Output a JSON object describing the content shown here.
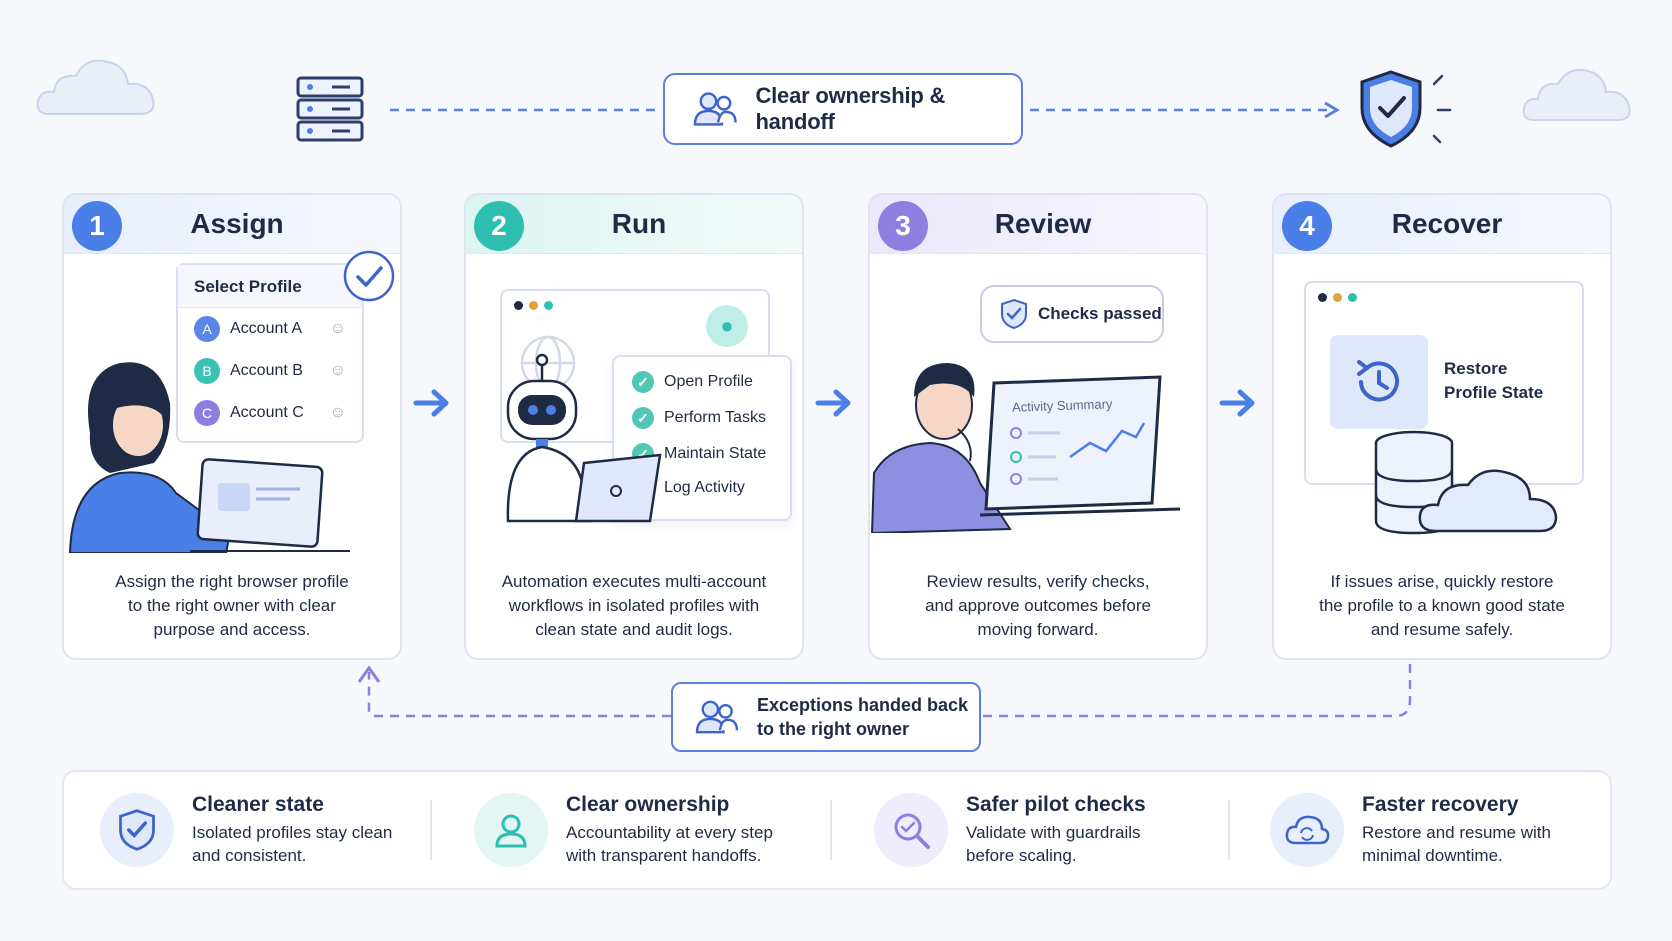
{
  "banner": {
    "text": "Clear ownership & handoff"
  },
  "steps": [
    {
      "num": "1",
      "title": "Assign",
      "color": "#4a7fe8",
      "desc_lines": [
        "Assign the right browser profile",
        "to the right owner with clear",
        "purpose and access."
      ]
    },
    {
      "num": "2",
      "title": "Run",
      "color": "#2fbfb1",
      "desc_lines": [
        "Automation executes multi-account",
        "workflows in isolated profiles with",
        "clean state and audit logs."
      ]
    },
    {
      "num": "3",
      "title": "Review",
      "color": "#8d7fe0",
      "desc_lines": [
        "Review results, verify checks,",
        "and approve outcomes before",
        "moving forward."
      ]
    },
    {
      "num": "4",
      "title": "Recover",
      "color": "#4a7fe8",
      "desc_lines": [
        "If issues arise, quickly restore",
        "the profile to a known good state",
        "and resume safely."
      ]
    }
  ],
  "assign_panel": {
    "title": "Select Profile",
    "accounts": [
      {
        "letter": "A",
        "label": "Account A",
        "color": "#5b86e8"
      },
      {
        "letter": "B",
        "label": "Account B",
        "color": "#3cc2b5"
      },
      {
        "letter": "C",
        "label": "Account C",
        "color": "#8d7fe0"
      }
    ]
  },
  "run_panel": {
    "tasks": [
      {
        "label": "Open Profile",
        "checked": true
      },
      {
        "label": "Perform Tasks",
        "checked": true
      },
      {
        "label": "Maintain State",
        "checked": true
      },
      {
        "label": "Log Activity",
        "checked": false
      }
    ]
  },
  "review_panel": {
    "bubble": "Checks passed",
    "screen_title": "Activity Summary"
  },
  "recover_panel": {
    "line1": "Restore",
    "line2": "Profile State"
  },
  "exceptions": {
    "line1": "Exceptions handed back",
    "line2": "to the right owner"
  },
  "benefits": [
    {
      "title": "Cleaner state",
      "desc1": "Isolated profiles stay clean",
      "desc2": "and consistent.",
      "icon": "shield-check-icon",
      "tint": "#e8eefb"
    },
    {
      "title": "Clear ownership",
      "desc1": "Accountability at every step",
      "desc2": "with transparent handoffs.",
      "icon": "user-icon",
      "tint": "#e3f6f3"
    },
    {
      "title": "Safer pilot checks",
      "desc1": "Validate with guardrails",
      "desc2": "before scaling.",
      "icon": "magnifier-check-icon",
      "tint": "#efecfb"
    },
    {
      "title": "Faster recovery",
      "desc1": "Restore and resume with",
      "desc2": "minimal downtime.",
      "icon": "cloud-sync-icon",
      "tint": "#e8eefb"
    }
  ]
}
